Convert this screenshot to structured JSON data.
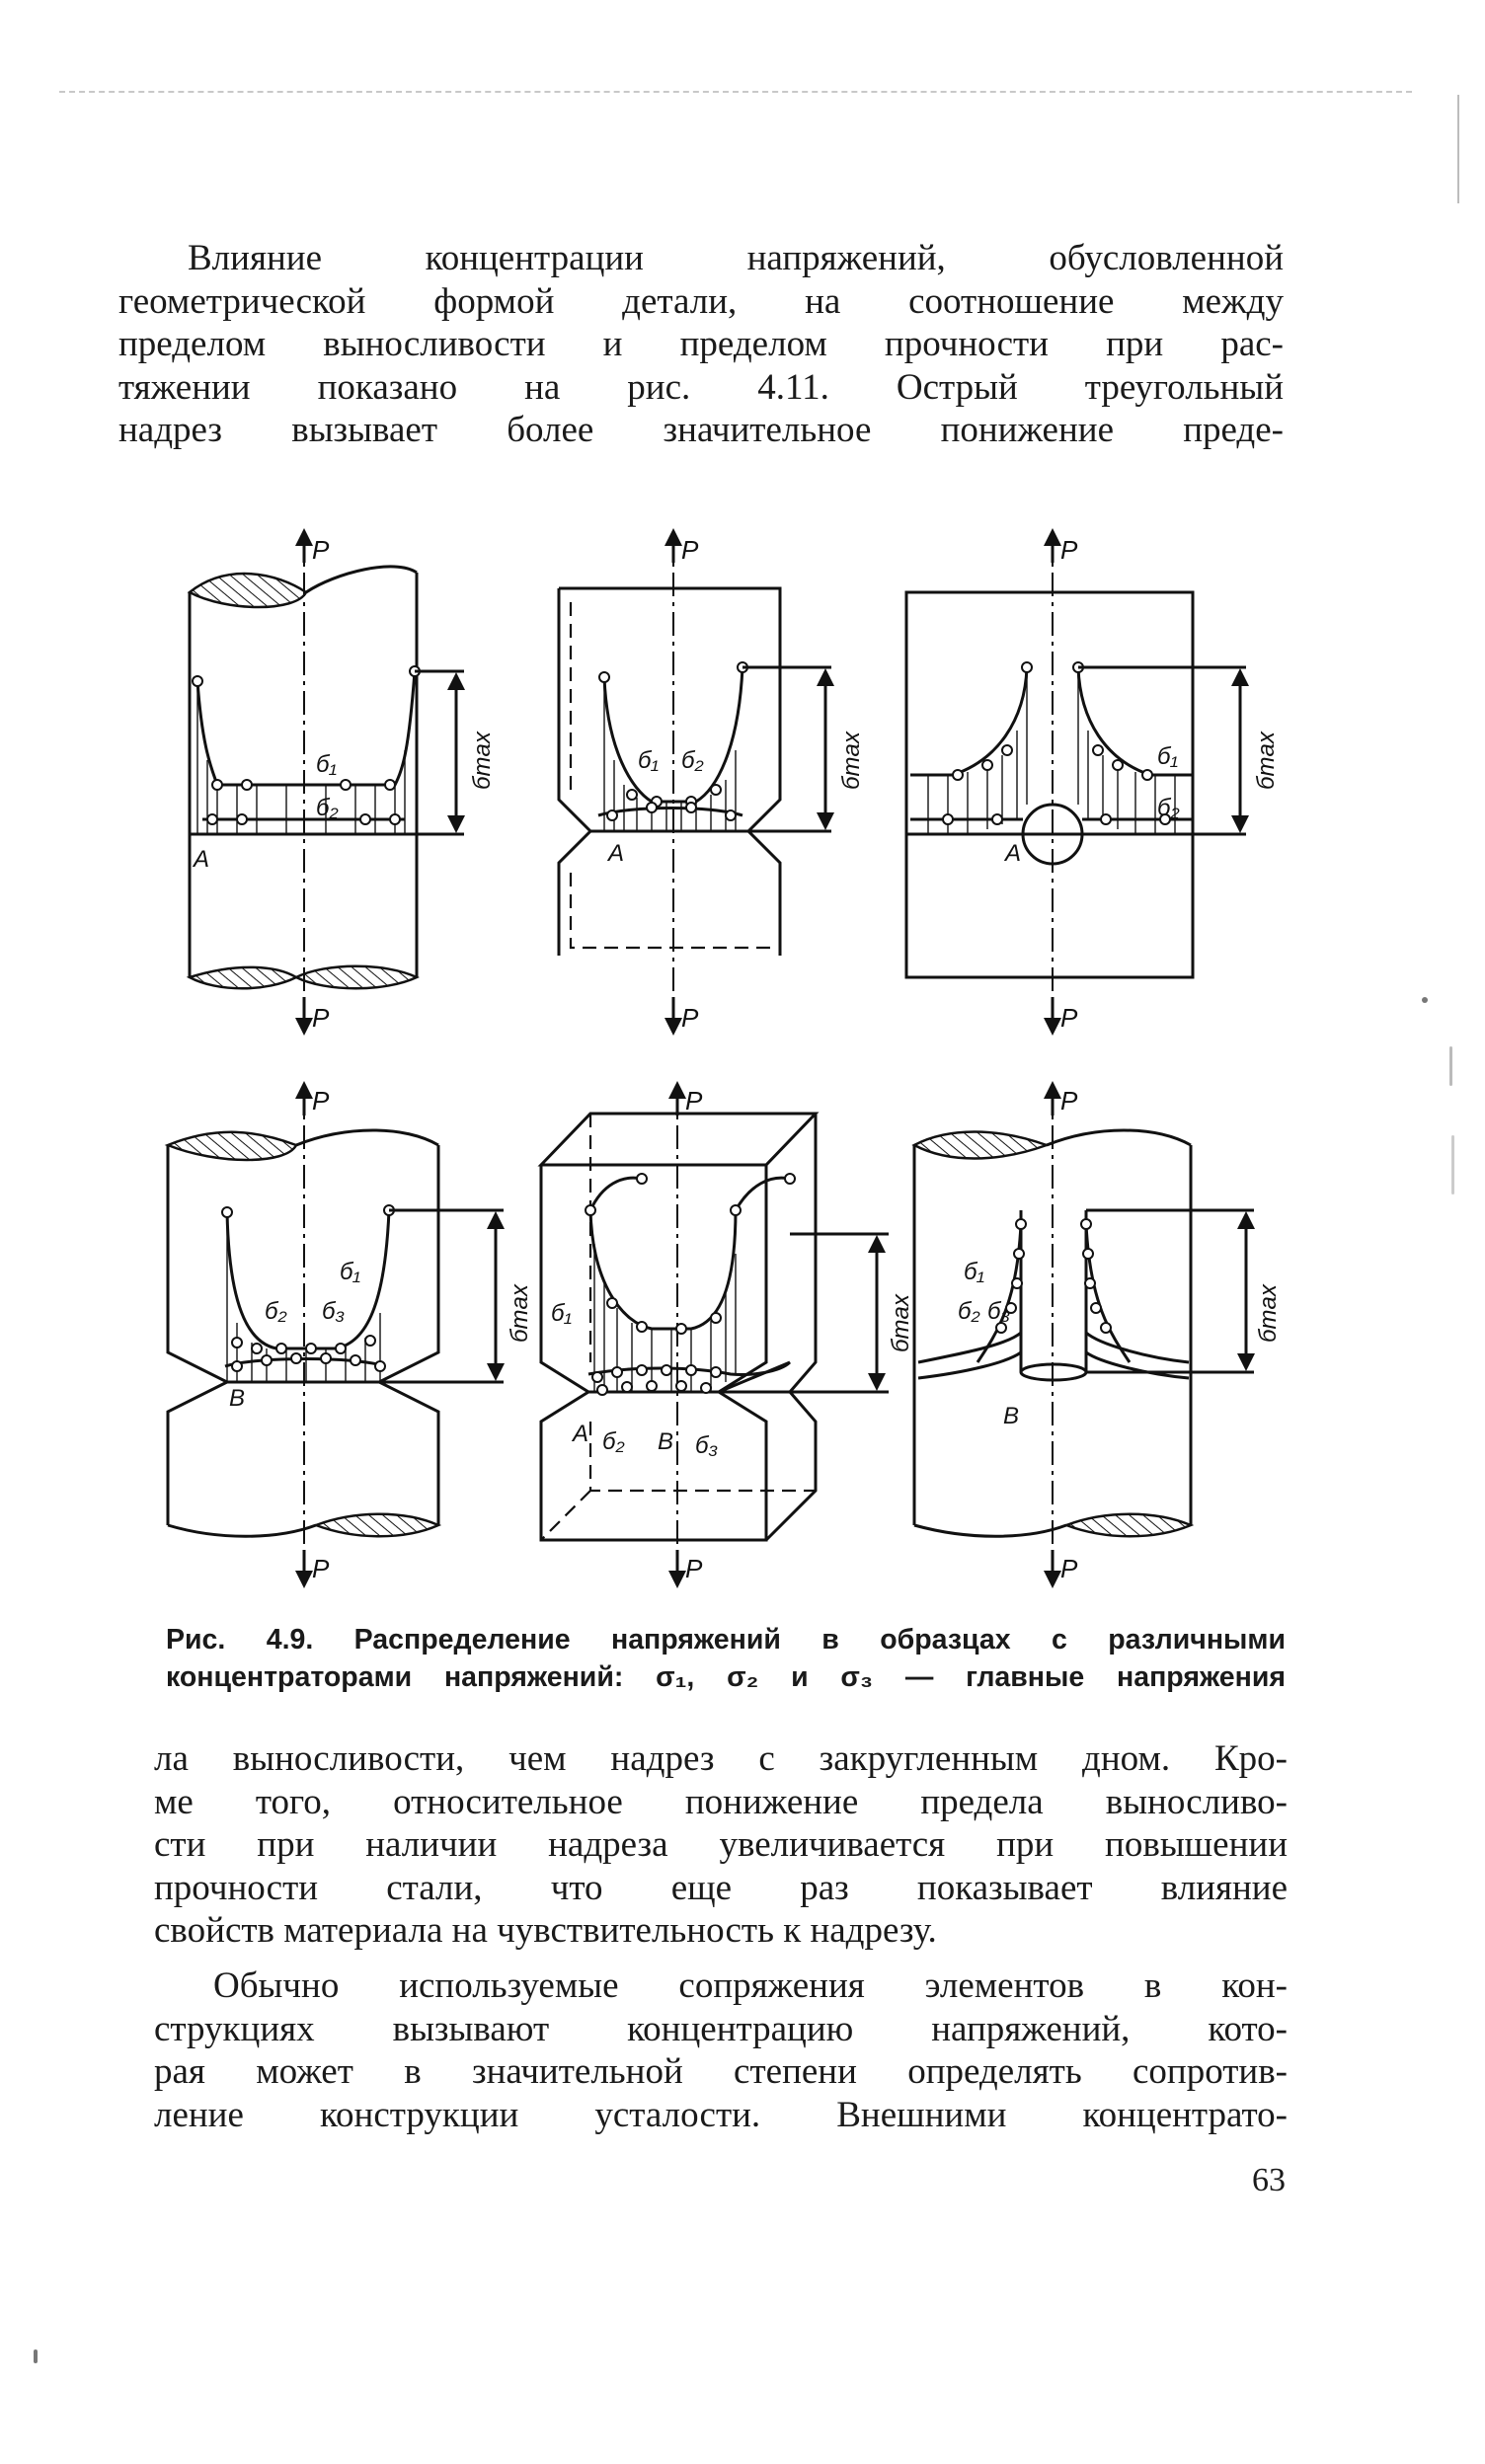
{
  "page": {
    "number": "63"
  },
  "para1": {
    "lines": [
      "Влияние концентрации напряжений, обусловленной",
      "геометрической формой детали, на соотношение между",
      "пределом выносливости и пределом прочности при рас-",
      "тяжении показано на рис. 4.11. Острый треугольный",
      "надрез вызывает более значительное понижение преде-"
    ]
  },
  "figure": {
    "caption_lines": [
      "Рис. 4.9. Распределение напряжений в образцах с различными",
      "концентраторами напряжений: σ₁, σ₂ и σ₃ — главные напряжения"
    ],
    "labels": {
      "P": "P",
      "A": "A",
      "B": "B",
      "s1": "б₁",
      "s2": "б₂",
      "s3": "б₃",
      "smax": "бmax"
    }
  },
  "para2": {
    "lines": [
      "ла выносливости, чем надрез с закругленным дном. Кро-",
      "ме того, относительное понижение предела выносливо-",
      "сти при наличии надреза увеличивается при повышении",
      "прочности стали, что еще раз показывает влияние",
      "свойств материала на чувствительность к надрезу."
    ]
  },
  "para3": {
    "lines": [
      "Обычно используемые сопряжения элементов в кон-",
      "струкциях вызывают концентрацию напряжений, кото-",
      "рая может в значительной степени определять сопротив-",
      "ление конструкции усталости. Внешними концентрато-"
    ]
  }
}
